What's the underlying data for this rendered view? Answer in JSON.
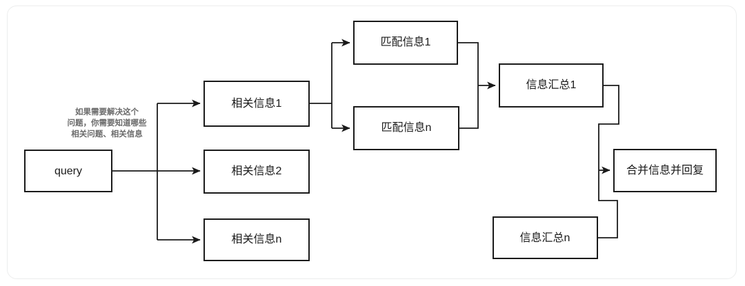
{
  "diagram": {
    "title": "query-information-retrieval-flowchart",
    "annotation": {
      "line1": "如果需要解决这个",
      "line2": "问题，你需要知道哪些",
      "line3": "相关问题、相关信息"
    },
    "nodes": [
      {
        "id": "query",
        "label": "query"
      },
      {
        "id": "related1",
        "label": "相关信息1"
      },
      {
        "id": "related2",
        "label": "相关信息2"
      },
      {
        "id": "relatedn",
        "label": "相关信息n"
      },
      {
        "id": "match1",
        "label": "匹配信息1"
      },
      {
        "id": "matchn",
        "label": "匹配信息n"
      },
      {
        "id": "summary1",
        "label": "信息汇总1"
      },
      {
        "id": "summaryn",
        "label": "信息汇总n"
      },
      {
        "id": "mergereply",
        "label": "合并信息并回复"
      }
    ],
    "colors": {
      "node_stroke": "#1a1a1a",
      "node_fill": "#ffffff",
      "edge": "#1a1a1a",
      "annotation_text": "#6b6b6b",
      "frame_border": "#eceded",
      "background": "#ffffff"
    }
  }
}
